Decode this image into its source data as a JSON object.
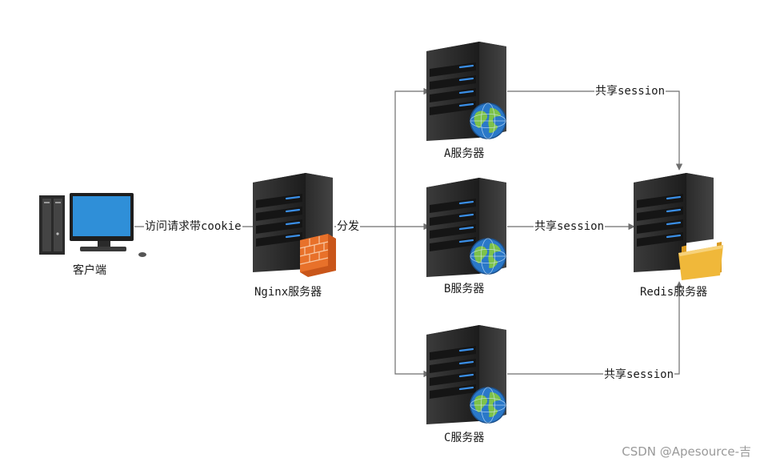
{
  "nodes": {
    "client": "客户端",
    "nginx": "Nginx服务器",
    "server_a": "A服务器",
    "server_b": "B服务器",
    "server_c": "C服务器",
    "redis": "Redis服务器"
  },
  "edges": {
    "client_to_nginx": "访问请求带cookie",
    "nginx_dispatch": "分发",
    "a_to_redis": "共享session",
    "b_to_redis": "共享session",
    "c_to_redis": "共享session"
  },
  "watermark": "CSDN @Apesource-吉",
  "colors": {
    "server_body": "#2b2b2b",
    "server_light": "#3a8ee6",
    "line": "#6e6e6e",
    "monitor_screen": "#2f8fd8",
    "firewall": "#e8712a",
    "globe_sea": "#2a78c8",
    "globe_land": "#7dc24a",
    "folder": "#f0b83a"
  },
  "icons": {
    "client": "desktop-computer-icon",
    "firewall": "firewall-icon",
    "globe": "globe-icon",
    "folder": "folder-icon"
  }
}
